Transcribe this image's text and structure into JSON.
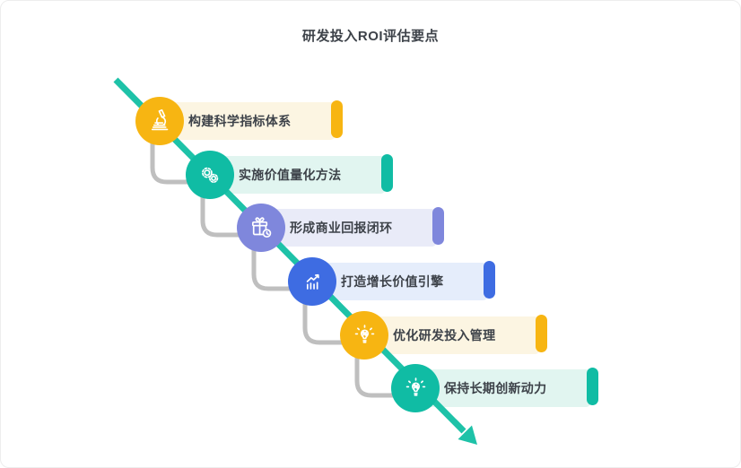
{
  "title": "研发投入ROI评估要点",
  "colors": {
    "line": "#1EC2A8",
    "connector": "#BFBFBF",
    "text": "#3D4249"
  },
  "items": [
    {
      "label": "构建科学指标体系",
      "icon": "microscope-icon",
      "accent_color": "#F7B512",
      "card_color": "#FCF5E2"
    },
    {
      "label": "实施价值量化方法",
      "icon": "gears-icon",
      "accent_color": "#10BCA4",
      "card_color": "#E1F5F0"
    },
    {
      "label": "形成商业回报闭环",
      "icon": "gift-icon",
      "accent_color": "#7F87DC",
      "card_color": "#E9EBF8"
    },
    {
      "label": "打造增长价值引擎",
      "icon": "growth-chart-icon",
      "accent_color": "#3E6CE2",
      "card_color": "#E5EDFB"
    },
    {
      "label": "优化研发投入管理",
      "icon": "lightbulb-icon",
      "accent_color": "#F7B512",
      "card_color": "#FCF5E2"
    },
    {
      "label": "保持长期创新动力",
      "icon": "lightbulb-icon",
      "accent_color": "#10BCA4",
      "card_color": "#E1F5F0"
    }
  ]
}
